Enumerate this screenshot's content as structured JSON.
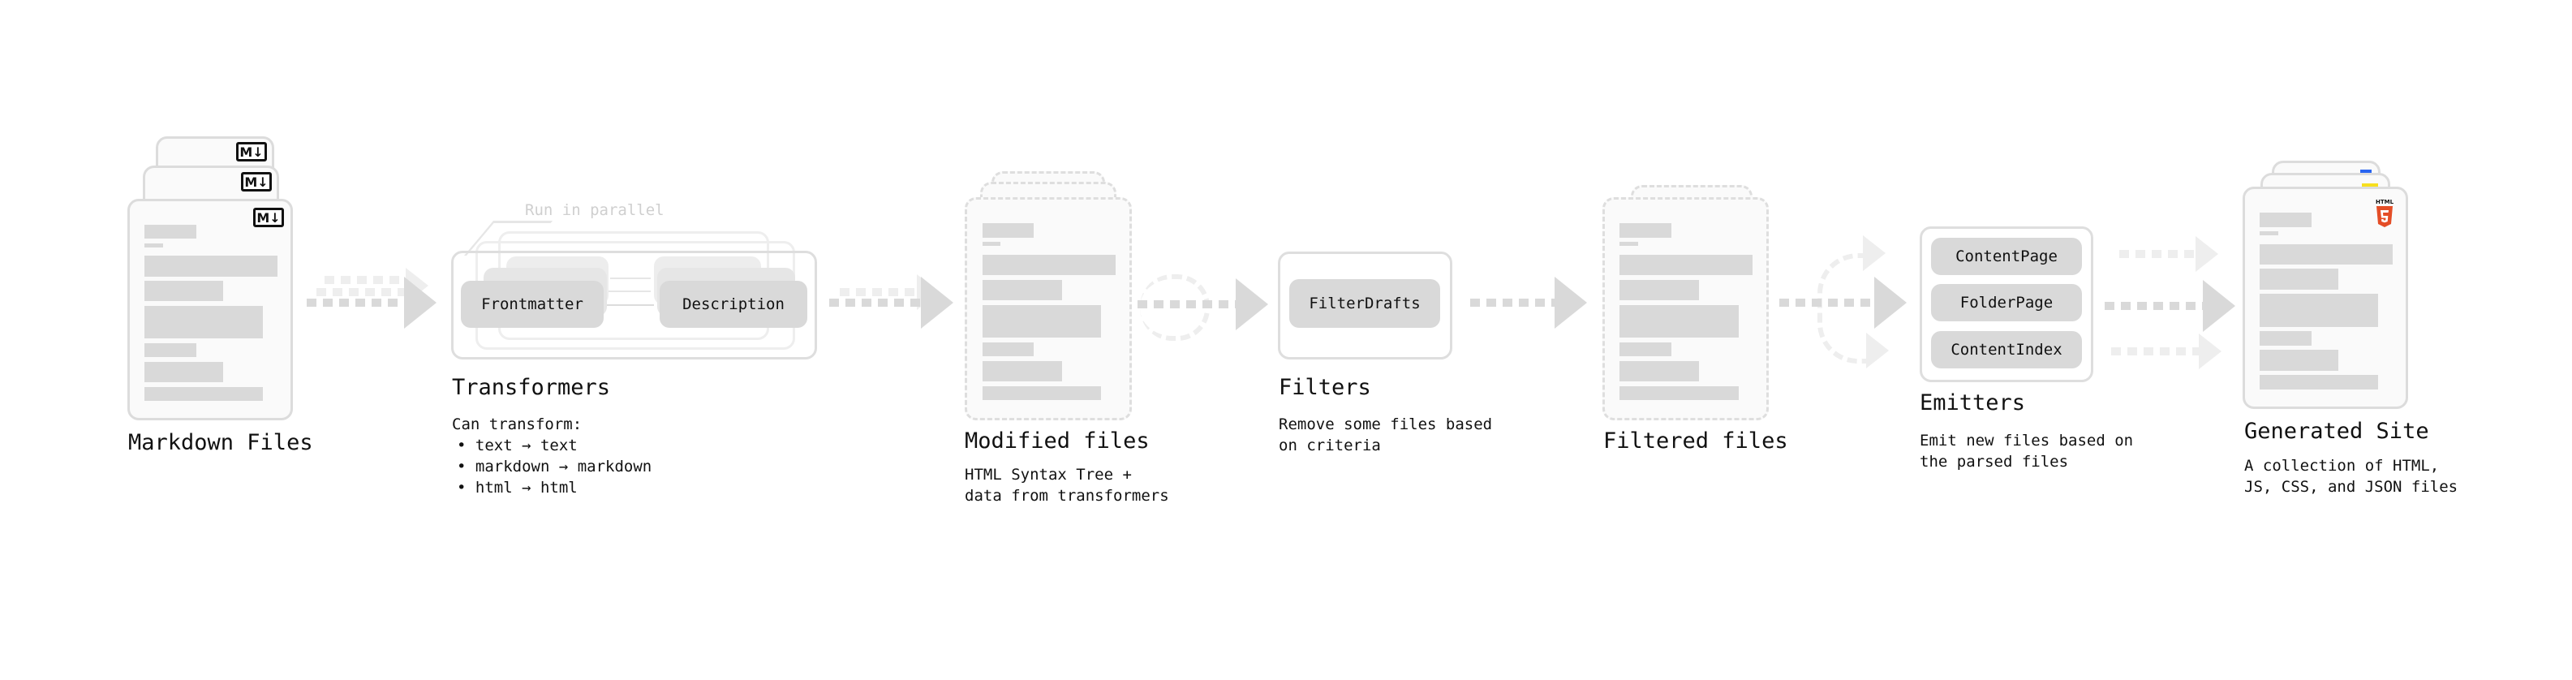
{
  "stages": {
    "markdown": {
      "title": "Markdown Files",
      "icon": "markdown-icon",
      "icon_text": "M↓"
    },
    "transformers": {
      "title": "Transformers",
      "parallel_label": "Run in parallel",
      "plugins": [
        "Frontmatter",
        "Description"
      ],
      "desc_heading": "Can transform:",
      "desc_items": [
        "• text → text",
        "• markdown → markdown",
        "• html → html"
      ]
    },
    "modified": {
      "title": "Modified files",
      "desc": "HTML Syntax Tree +\ndata from transformers"
    },
    "filters": {
      "title": "Filters",
      "plugins": [
        "FilterDrafts"
      ],
      "desc": "Remove some files based\non criteria"
    },
    "filtered": {
      "title": "Filtered files"
    },
    "emitters": {
      "title": "Emitters",
      "plugins": [
        "ContentPage",
        "FolderPage",
        "ContentIndex"
      ],
      "desc": "Emit new files based on\nthe parsed files"
    },
    "generated": {
      "title": "Generated Site",
      "desc": "A collection of HTML,\nJS, CSS, and JSON files",
      "icons": [
        "html5-icon",
        "js-icon",
        "css-icon"
      ],
      "html_icon_text": "HTML"
    }
  },
  "colors": {
    "bar": "#d9d9d9",
    "faded": "#eeeeee",
    "html5": "#e44d26",
    "js": "#f7df1e",
    "css": "#2965f1"
  }
}
